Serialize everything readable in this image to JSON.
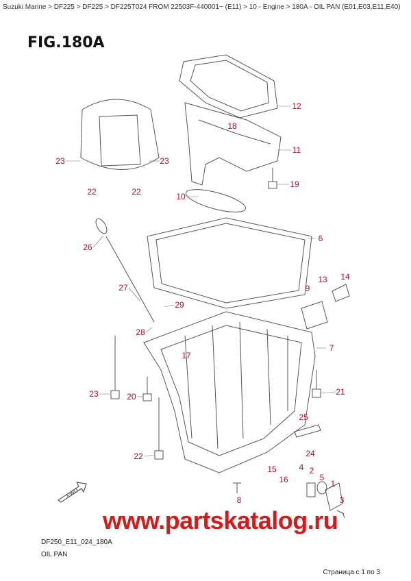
{
  "breadcrumb": "Suzuki Marine > DF225 > DF225 > DF225T024 FROM 22503F-440001~ (E11) > 10 - Engine > 180A - OIL PAN (E01,E03,E11,E40)",
  "figure_title": "FIG.180A",
  "callouts": [
    "12",
    "18",
    "11",
    "23",
    "23",
    "22",
    "22",
    "19",
    "10",
    "6",
    "26",
    "13",
    "14",
    "9",
    "27",
    "29",
    "28",
    "7",
    "17",
    "23",
    "20",
    "21",
    "25",
    "22",
    "24",
    "4",
    "15",
    "16",
    "5",
    "2",
    "1",
    "3",
    "8"
  ],
  "watermark": "www.partskatalog.ru",
  "fwd_label": "FWD",
  "diagram_code": "DF250_E11_024_180A",
  "diagram_name": "OIL PAN",
  "page_indicator": "Страница с 1 по 3",
  "colors": {
    "callout": "#b0102a",
    "watermark": "#d41a1a",
    "lines": "#555555"
  }
}
